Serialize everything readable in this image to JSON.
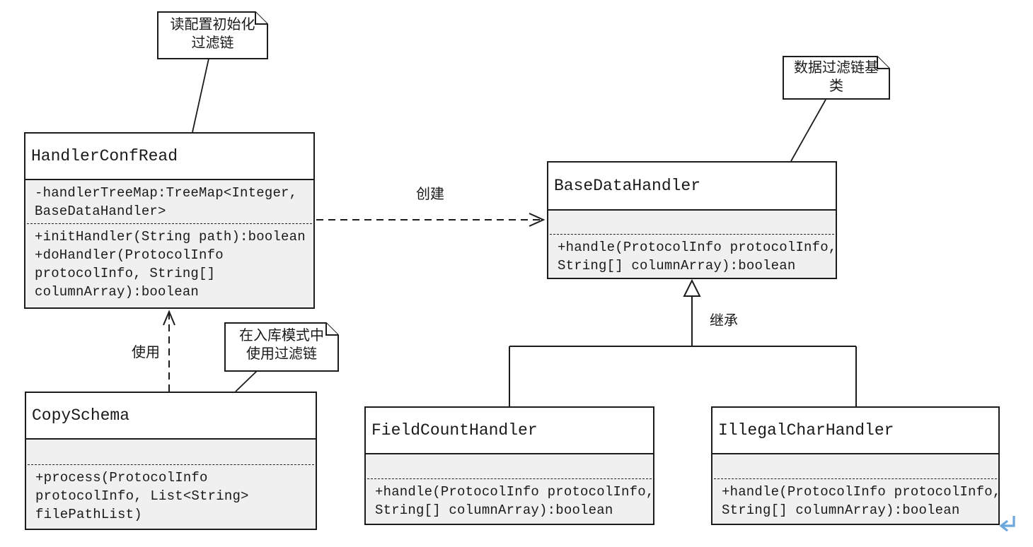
{
  "diagram_title": "data-filter-chain-uml-class-diagram",
  "colors": {
    "background": "#ffffff",
    "class_body_fill": "#f0f0f0",
    "class_title_fill": "#ffffff",
    "line": "#1c1c1c",
    "note_fill": "#ffffff",
    "return_icon_blue": "#6ba7dd"
  },
  "notes": [
    {
      "lines": [
        "读配置初始化",
        "过滤链"
      ]
    },
    {
      "lines": [
        "数据过滤链基",
        "类"
      ]
    },
    {
      "lines": [
        "在入库模式中",
        "使用过滤链"
      ]
    }
  ],
  "edge_labels": {
    "create": "创建",
    "use": "使用",
    "inherit": "继承"
  },
  "classes": [
    {
      "name": "HandlerConfRead",
      "attributes": [
        "-handlerTreeMap:TreeMap<Integer,",
        "BaseDataHandler>"
      ],
      "methods": [
        "+initHandler(String path):boolean",
        "+doHandler(ProtocolInfo",
        "protocolInfo, String[]",
        "columnArray):boolean"
      ]
    },
    {
      "name": "BaseDataHandler",
      "attributes": [],
      "methods": [
        "+handle(ProtocolInfo protocolInfo,",
        "String[] columnArray):boolean"
      ]
    },
    {
      "name": "FieldCountHandler",
      "attributes": [],
      "methods": [
        "+handle(ProtocolInfo protocolInfo,",
        "String[] columnArray):boolean"
      ]
    },
    {
      "name": "IllegalCharHandler",
      "attributes": [],
      "methods": [
        "+handle(ProtocolInfo protocolInfo,",
        "String[] columnArray):boolean"
      ]
    },
    {
      "name": "CopySchema",
      "attributes": [],
      "methods": [
        "+process(ProtocolInfo",
        "protocolInfo, List<String>",
        "filePathList)"
      ]
    }
  ]
}
